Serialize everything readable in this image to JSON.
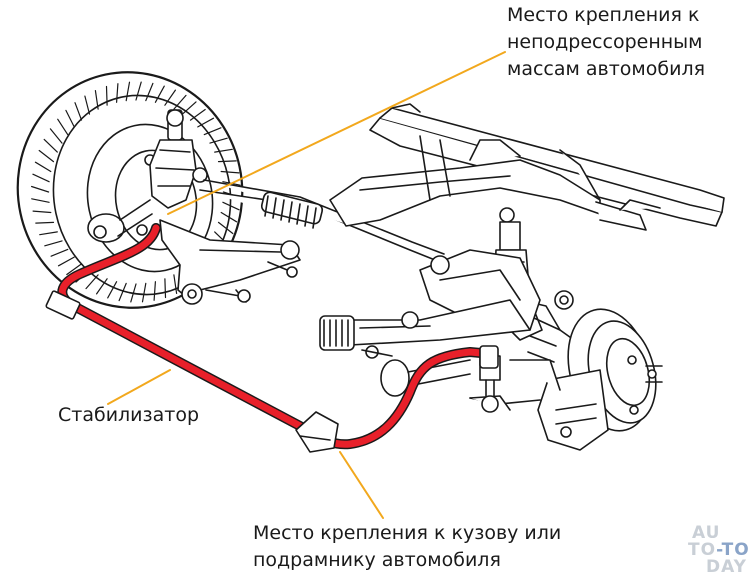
{
  "labels": {
    "mount_unsprung": [
      "Место крепления к",
      "неподрессоренным",
      "массам автомобиля"
    ],
    "stabilizer": "Стабилизатор",
    "mount_body": [
      "Место крепления к кузову или",
      "подрамнику автомобиля"
    ]
  },
  "watermark": {
    "line1": "AU",
    "line2a": "TO",
    "line2b": "-TO",
    "line3": "DAY"
  },
  "colors": {
    "stabilizer_bar": "#e8202a",
    "leader_line": "#f2a81d",
    "drawing_ink": "#1a1a1a",
    "watermark": "#c9cfd6"
  }
}
